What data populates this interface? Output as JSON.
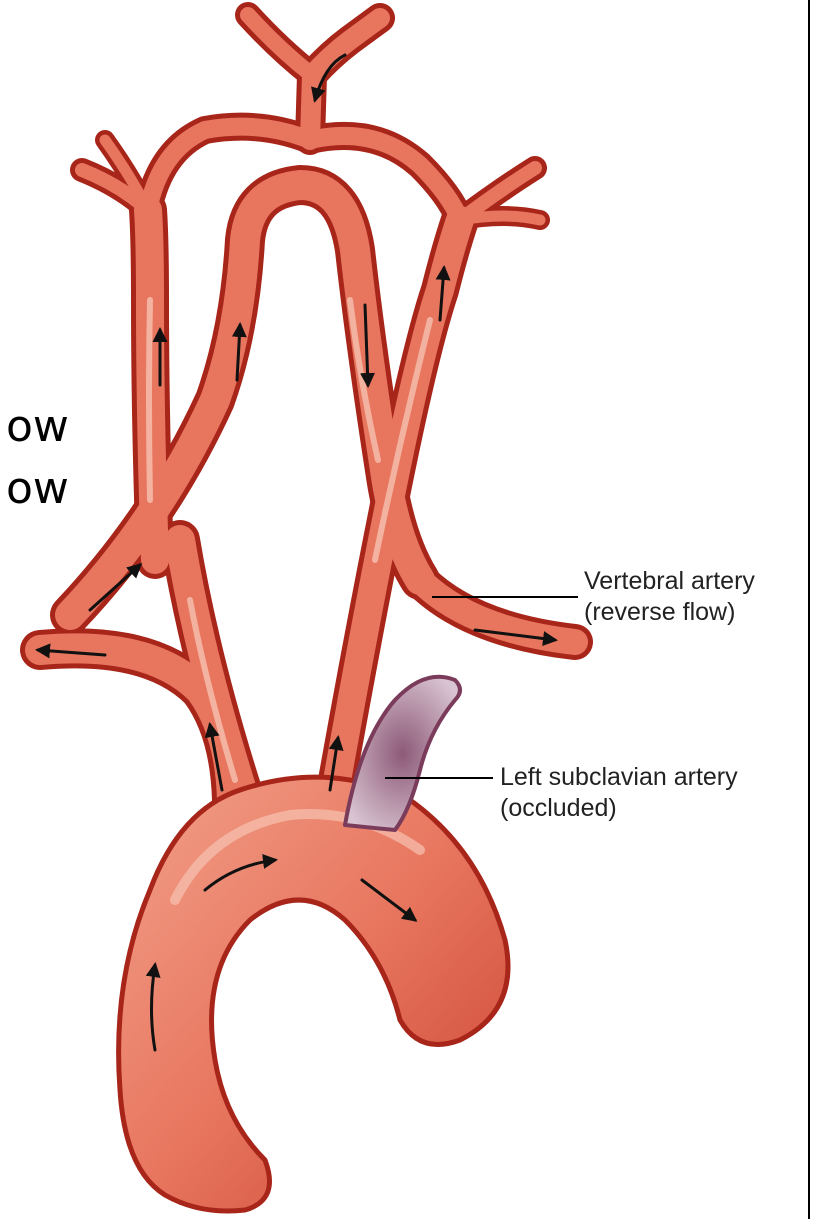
{
  "slide_text": {
    "line1": "ow",
    "line2": "ow"
  },
  "labels": {
    "vertebral": {
      "line1": "Vertebral artery",
      "line2": "(reverse flow)"
    },
    "subclavian": {
      "line1": "Left subclavian artery",
      "line2": "(occluded)"
    }
  },
  "colors": {
    "artery_fill": "#e8765f",
    "artery_outline": "#a8251a",
    "artery_highlight": "#f6c2b0",
    "occluded_fill": "#b48aa2",
    "occluded_outline": "#7a3c5a",
    "arrow": "#111111"
  }
}
